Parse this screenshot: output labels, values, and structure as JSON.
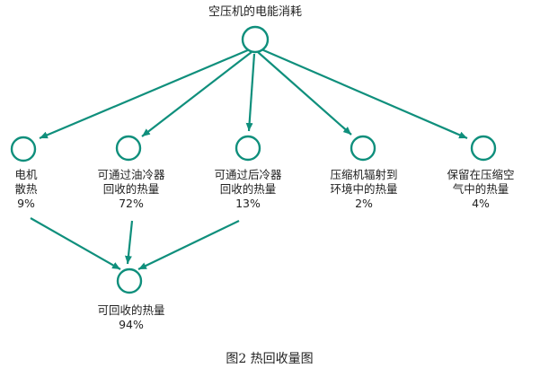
{
  "diagram": {
    "type": "flow-tree",
    "colors": {
      "line": "#0f8f7c",
      "node_stroke": "#0f8f7c",
      "text": "#222222"
    },
    "root": {
      "label": "空压机的电能消耗"
    },
    "branches": [
      {
        "lines": [
          "电机",
          "散热"
        ],
        "value": "9%"
      },
      {
        "lines": [
          "可通过油冷器",
          "回收的热量"
        ],
        "value": "72%"
      },
      {
        "lines": [
          "可通过后冷器",
          "回收的热量"
        ],
        "value": "13%"
      },
      {
        "lines": [
          "压缩机辐射到",
          "环境中的热量"
        ],
        "value": "2%"
      },
      {
        "lines": [
          "保留在压缩空",
          "气中的热量"
        ],
        "value": "4%"
      }
    ],
    "sink": {
      "label": "可回收的热量",
      "value": "94%"
    }
  },
  "caption": "图2  热回收量图"
}
